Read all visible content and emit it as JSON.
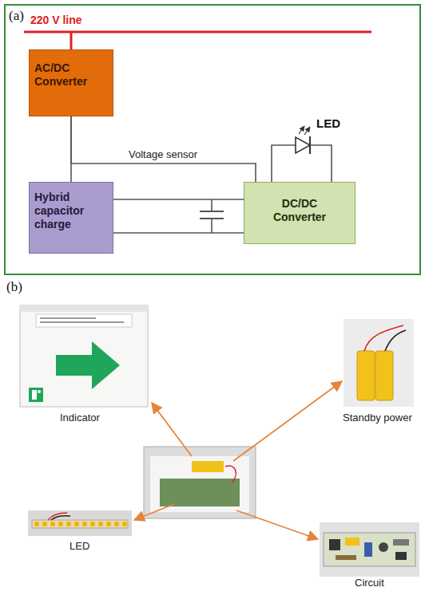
{
  "diagram": {
    "nodes": [
      {
        "text": [
          "(a)"
        ]
      },
      {
        "text": [
          "AC/DC Converter"
        ],
        "in": 0
      },
      {
        "text": [
          "Hybrid capacitor charge"
        ],
        "in": 0
      },
      {
        "text": [
          "DC/DC Converter"
        ],
        "in": 0
      }
    ],
    "edges": [
      {
        "from": 1,
        "to": 2,
        "arrow": "none"
      },
      {
        "from": 1,
        "to": 3,
        "arrow": "none",
        "label": "Voltage sensor"
      },
      {
        "from": 2,
        "to": 3,
        "arrow": "none"
      }
    ],
    "labels": [
      "220 V line",
      "LED",
      "(b)",
      "Indicator",
      "Standby power",
      "LED",
      "Circuit"
    ]
  }
}
